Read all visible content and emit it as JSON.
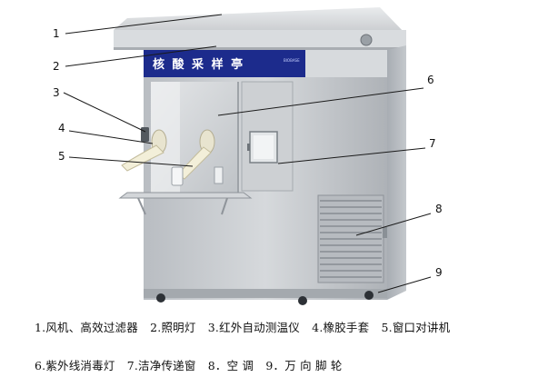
{
  "booth": {
    "sign_title": "核 酸 采 样 亭",
    "sign_subtitle": "BIOBASE"
  },
  "callouts": [
    "1",
    "2",
    "3",
    "4",
    "5",
    "6",
    "7",
    "8",
    "9"
  ],
  "legend": {
    "line1": [
      "1.风机、高效过滤器",
      "2.照明灯",
      "3.红外自动测温仪",
      "4.橡胶手套",
      "5.窗口对讲机"
    ],
    "line2": [
      "6.紫外线消毒灯",
      "7.洁净传递窗",
      "8．空 调",
      "9．万 向 脚 轮"
    ]
  },
  "colors": {
    "sign_blue": "#1c2b8c",
    "steel": "#c9ccd0",
    "steel_dark": "#9ea3a8",
    "glove": "#f3efd9"
  }
}
